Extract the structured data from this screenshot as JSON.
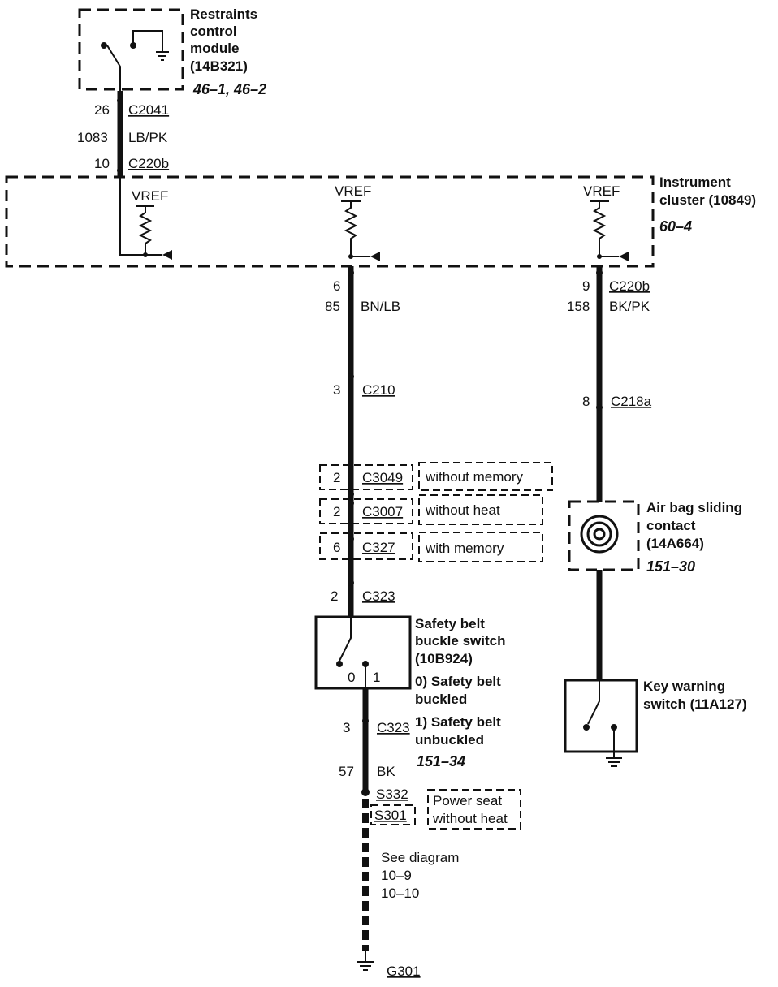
{
  "rcm": {
    "line1": "Restraints",
    "line2": "control",
    "line3": "module",
    "line4": "(14B321)",
    "ref": "46–1, 46–2"
  },
  "top_wire": {
    "pin_c2041": "26",
    "conn_c2041": "C2041",
    "circuit": "1083",
    "color": "LB/PK",
    "pin_c220b": "10",
    "conn_c220b": "C220b"
  },
  "cluster": {
    "line1": "Instrument",
    "line2": "cluster (10849)",
    "ref": "60–4",
    "vref": "VREF"
  },
  "left_wire": {
    "pin_c220b": "6",
    "circuit": "85",
    "color": "BN/LB",
    "pin_c210": "3",
    "conn_c210": "C210",
    "pin_c3049": "2",
    "conn_c3049": "C3049",
    "note_c3049": "without memory",
    "pin_c3007": "2",
    "conn_c3007": "C3007",
    "note_c3007": "without heat",
    "pin_c327": "6",
    "conn_c327": "C327",
    "note_c327": "with memory",
    "pin_c323": "2",
    "conn_c323": "C323"
  },
  "buckle_switch": {
    "line1": "Safety belt",
    "line2": "buckle switch",
    "line3": "(10B924)",
    "pos0": "0",
    "pos1": "1",
    "state0_a": "0) Safety belt",
    "state0_b": "buckled",
    "state1_a": "1) Safety belt",
    "state1_b": "unbuckled",
    "ref": "151–34"
  },
  "lower_wire": {
    "pin_c323": "3",
    "conn_c323": "C323",
    "circuit": "57",
    "color": "BK",
    "splice1": "S332",
    "splice2": "S301",
    "note1": "Power seat",
    "note2": "without heat",
    "see1": "See diagram",
    "see2": "10–9",
    "see3": "10–10",
    "ground": "G301"
  },
  "right_wire": {
    "pin_c220b": "9",
    "conn_c220b": "C220b",
    "circuit": "158",
    "color": "BK/PK",
    "pin_c218a": "8",
    "conn_c218a": "C218a"
  },
  "airbag": {
    "line1": "Air bag sliding",
    "line2": "contact",
    "line3": "(14A664)",
    "ref": "151–30"
  },
  "key_switch": {
    "line1": "Key warning",
    "line2": "switch (11A127)"
  }
}
